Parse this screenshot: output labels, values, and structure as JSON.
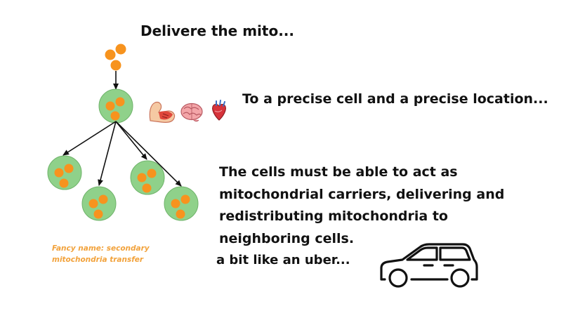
{
  "texts": {
    "deliver": "Delivere the mito...",
    "precise": "To a precise cell and a precise location...",
    "carriers_lines": [
      "The cells must be able to act as",
      "mitochondrial carriers, delivering and",
      "redistributing mitochondria to",
      "neighboring cells."
    ],
    "fancy_lines": [
      "Fancy name: secondary",
      "mitochondria transfer"
    ],
    "uber": "a bit like an uber..."
  },
  "colors": {
    "mito": "#f7931e",
    "cell_fill": "#8fd18a",
    "cell_stroke": "#6fb36a",
    "accent_text": "#f2a23b",
    "arrow": "#111111"
  },
  "icons": [
    "muscle-arm-icon",
    "brain-icon",
    "heart-icon",
    "car-icon"
  ]
}
